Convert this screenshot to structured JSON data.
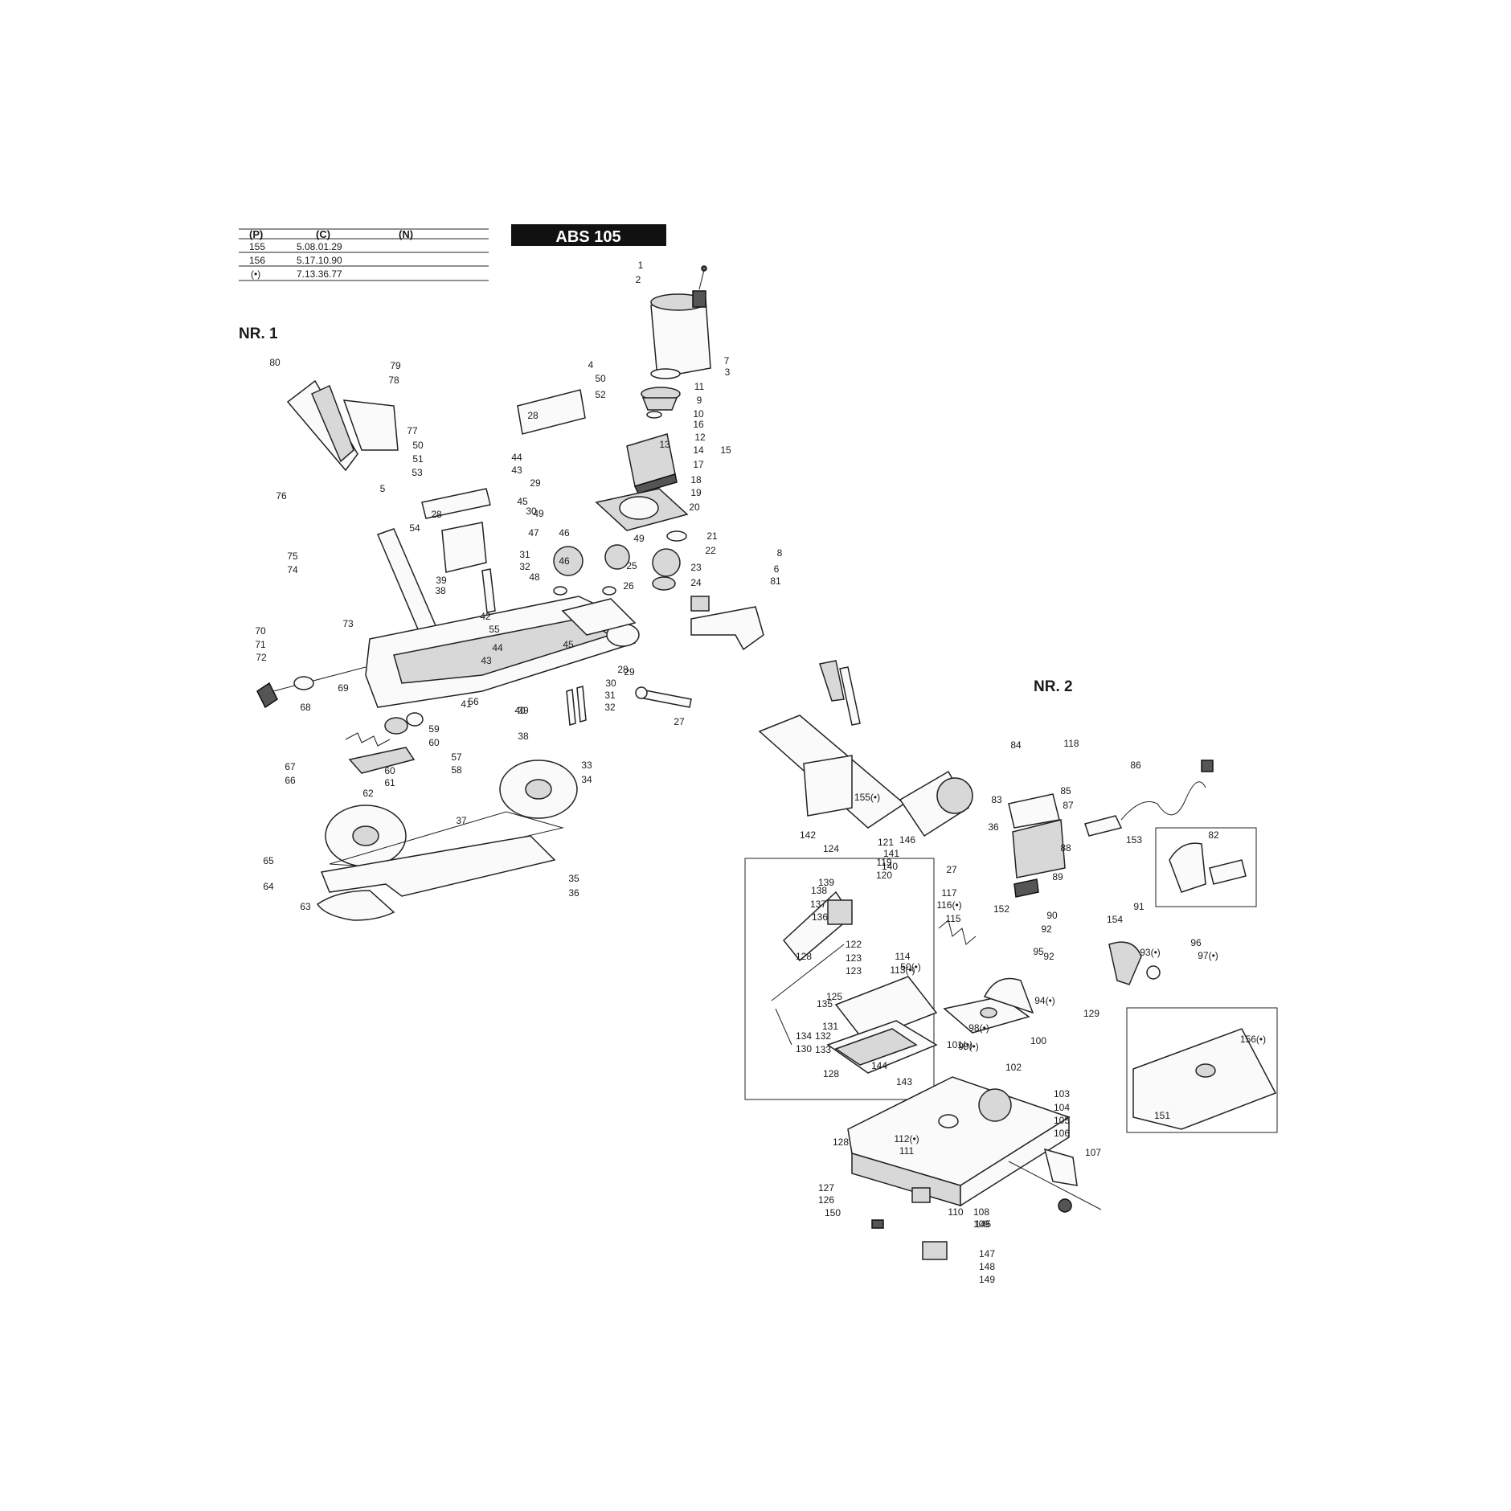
{
  "model_badge": "ABS 105",
  "parts_table": {
    "headers": [
      "(P)",
      "(C)",
      "(N)"
    ],
    "rows": [
      [
        "155",
        "5.08.01.29",
        ""
      ],
      [
        "156",
        "5.17.10.90",
        ""
      ],
      [
        "(•)",
        "7.13.36.77",
        ""
      ]
    ]
  },
  "section_1": {
    "title": "NR. 1",
    "callouts": [
      "1",
      "2",
      "3",
      "4",
      "5",
      "6",
      "7",
      "8",
      "9",
      "10",
      "11",
      "12",
      "13",
      "14",
      "15",
      "16",
      "17",
      "18",
      "19",
      "20",
      "21",
      "22",
      "23",
      "24",
      "25",
      "26",
      "27",
      "28",
      "28",
      "28",
      "29",
      "29",
      "30",
      "30",
      "31",
      "31",
      "32",
      "32",
      "33",
      "34",
      "35",
      "36",
      "37",
      "38",
      "38",
      "39",
      "39",
      "40",
      "41",
      "42",
      "43",
      "43",
      "44",
      "44",
      "45",
      "45",
      "46",
      "46",
      "47",
      "48",
      "49",
      "49",
      "50",
      "50",
      "51",
      "52",
      "53",
      "54",
      "55",
      "56",
      "57",
      "58",
      "59",
      "60",
      "60",
      "61",
      "62",
      "63",
      "64",
      "65",
      "66",
      "67",
      "68",
      "69",
      "70",
      "71",
      "72",
      "73",
      "74",
      "75",
      "76",
      "77",
      "78",
      "79",
      "80",
      "81"
    ]
  },
  "section_2": {
    "title": "NR. 2",
    "callouts": [
      "27",
      "36",
      "50(•)",
      "82",
      "83",
      "84",
      "85",
      "86",
      "87",
      "88",
      "89",
      "90",
      "91",
      "92",
      "92",
      "93(•)",
      "94(•)",
      "95",
      "96",
      "97(•)",
      "98(•)",
      "99(•)",
      "100",
      "101(•)",
      "102",
      "103",
      "104",
      "105",
      "106",
      "107",
      "108",
      "109",
      "110",
      "111",
      "112(•)",
      "113(•)",
      "114",
      "115",
      "116(•)",
      "117",
      "118",
      "119",
      "120",
      "121",
      "122",
      "123",
      "123",
      "124",
      "125",
      "126",
      "127",
      "128",
      "128",
      "128",
      "129",
      "130",
      "131",
      "132",
      "133",
      "134",
      "135",
      "136",
      "137",
      "138",
      "139",
      "140",
      "141",
      "142",
      "143",
      "144",
      "145",
      "146",
      "147",
      "148",
      "149",
      "150",
      "151",
      "152",
      "153",
      "154",
      "155(•)",
      "156(•)"
    ]
  }
}
